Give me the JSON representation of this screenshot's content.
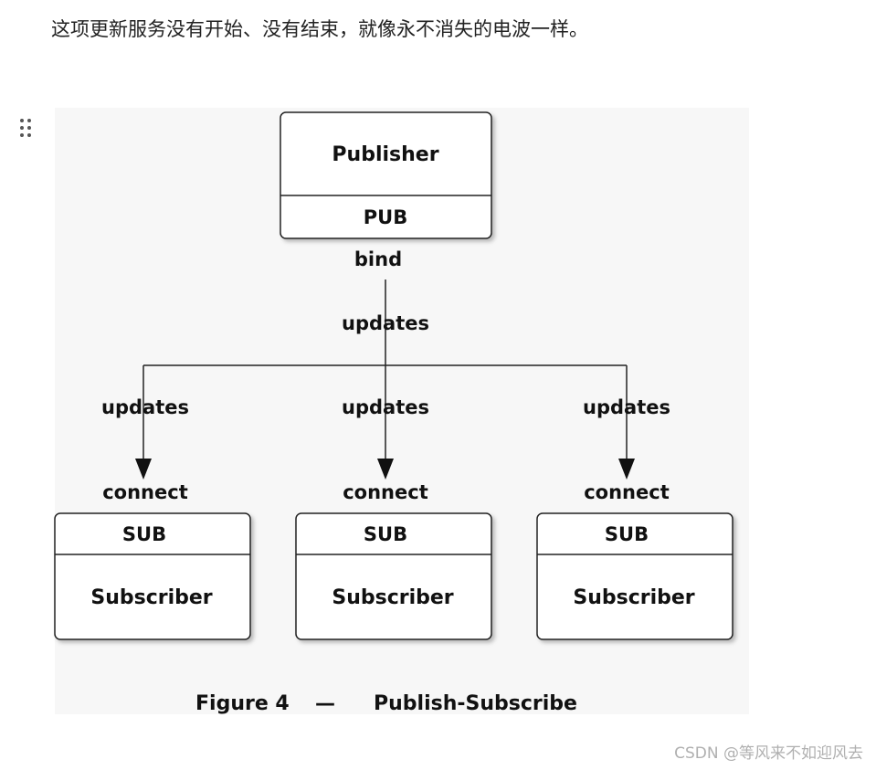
{
  "paragraph": "这项更新服务没有开始、没有结束，就像永不消失的电波一样。",
  "drag_handle_icon": "drag-handle-icon",
  "diagram": {
    "publisher": {
      "name": "Publisher",
      "socket": "PUB",
      "binding": "bind"
    },
    "trunk_label": "updates",
    "branch_label": "updates",
    "connect_label": "connect",
    "subscribers": [
      {
        "socket": "SUB",
        "name": "Subscriber"
      },
      {
        "socket": "SUB",
        "name": "Subscriber"
      },
      {
        "socket": "SUB",
        "name": "Subscriber"
      }
    ],
    "caption": {
      "figure": "Figure 4",
      "dash": "—",
      "title": "Publish-Subscribe"
    }
  },
  "watermark": "CSDN @等风来不如迎风去"
}
